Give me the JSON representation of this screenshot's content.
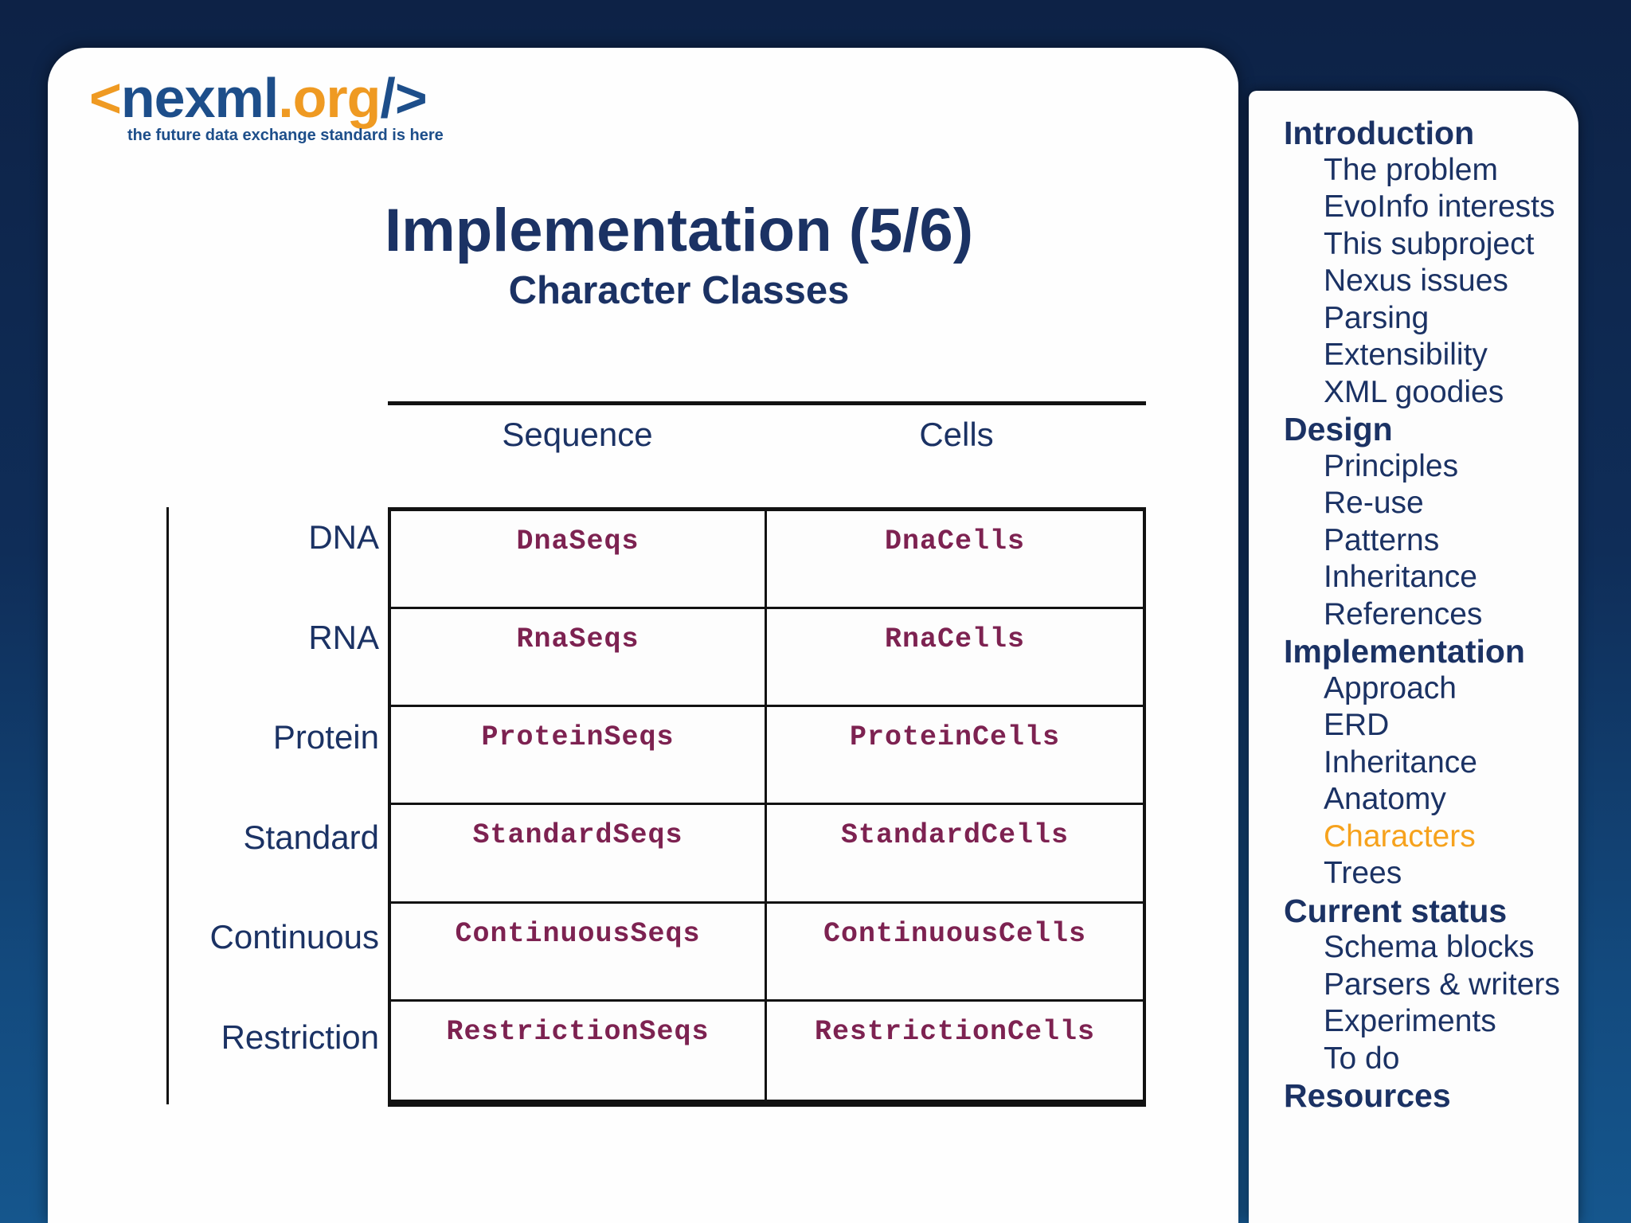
{
  "logo": {
    "angle_open": "<",
    "name": "nexml",
    "dot_org": ".org",
    "close": "/>",
    "tagline": "the future data exchange standard is here"
  },
  "title": "Implementation (5/6)",
  "subtitle": "Character Classes",
  "matrix": {
    "column_headers": [
      "Sequence",
      "Cells"
    ],
    "rows": [
      {
        "label": "DNA",
        "sequence": "DnaSeqs",
        "cells": "DnaCells"
      },
      {
        "label": "RNA",
        "sequence": "RnaSeqs",
        "cells": "RnaCells"
      },
      {
        "label": "Protein",
        "sequence": "ProteinSeqs",
        "cells": "ProteinCells"
      },
      {
        "label": "Standard",
        "sequence": "StandardSeqs",
        "cells": "StandardCells"
      },
      {
        "label": "Continuous",
        "sequence": "ContinuousSeqs",
        "cells": "ContinuousCells"
      },
      {
        "label": "Restriction",
        "sequence": "RestrictionSeqs",
        "cells": "RestrictionCells"
      }
    ]
  },
  "sidebar": {
    "active_item": "Characters",
    "items": [
      {
        "label": "Introduction",
        "type": "section"
      },
      {
        "label": "The problem",
        "type": "item"
      },
      {
        "label": "EvoInfo interests",
        "type": "item"
      },
      {
        "label": "This subproject",
        "type": "item"
      },
      {
        "label": "Nexus issues",
        "type": "item"
      },
      {
        "label": "Parsing",
        "type": "item"
      },
      {
        "label": "Extensibility",
        "type": "item"
      },
      {
        "label": "XML goodies",
        "type": "item"
      },
      {
        "label": "Design",
        "type": "section"
      },
      {
        "label": "Principles",
        "type": "item"
      },
      {
        "label": "Re-use",
        "type": "item"
      },
      {
        "label": "Patterns",
        "type": "item"
      },
      {
        "label": "Inheritance",
        "type": "item"
      },
      {
        "label": "References",
        "type": "item"
      },
      {
        "label": "Implementation",
        "type": "section"
      },
      {
        "label": "Approach",
        "type": "item"
      },
      {
        "label": "ERD",
        "type": "item"
      },
      {
        "label": "Inheritance",
        "type": "item"
      },
      {
        "label": "Anatomy",
        "type": "item"
      },
      {
        "label": "Characters",
        "type": "item"
      },
      {
        "label": "Trees",
        "type": "item"
      },
      {
        "label": "Current status",
        "type": "section"
      },
      {
        "label": "Schema blocks",
        "type": "item"
      },
      {
        "label": "Parsers & writers",
        "type": "item"
      },
      {
        "label": "Experiments",
        "type": "item"
      },
      {
        "label": "To do",
        "type": "item"
      },
      {
        "label": "Resources",
        "type": "section"
      }
    ]
  },
  "colors": {
    "background_top": "#0d2246",
    "background_bottom": "#15568d",
    "navy_text": "#1b3264",
    "logo_blue": "#1d4e8a",
    "logo_orange": "#ef9a22",
    "active_orange": "#f6a21d",
    "class_name_maroon": "#7d2251",
    "table_border": "#121212"
  }
}
